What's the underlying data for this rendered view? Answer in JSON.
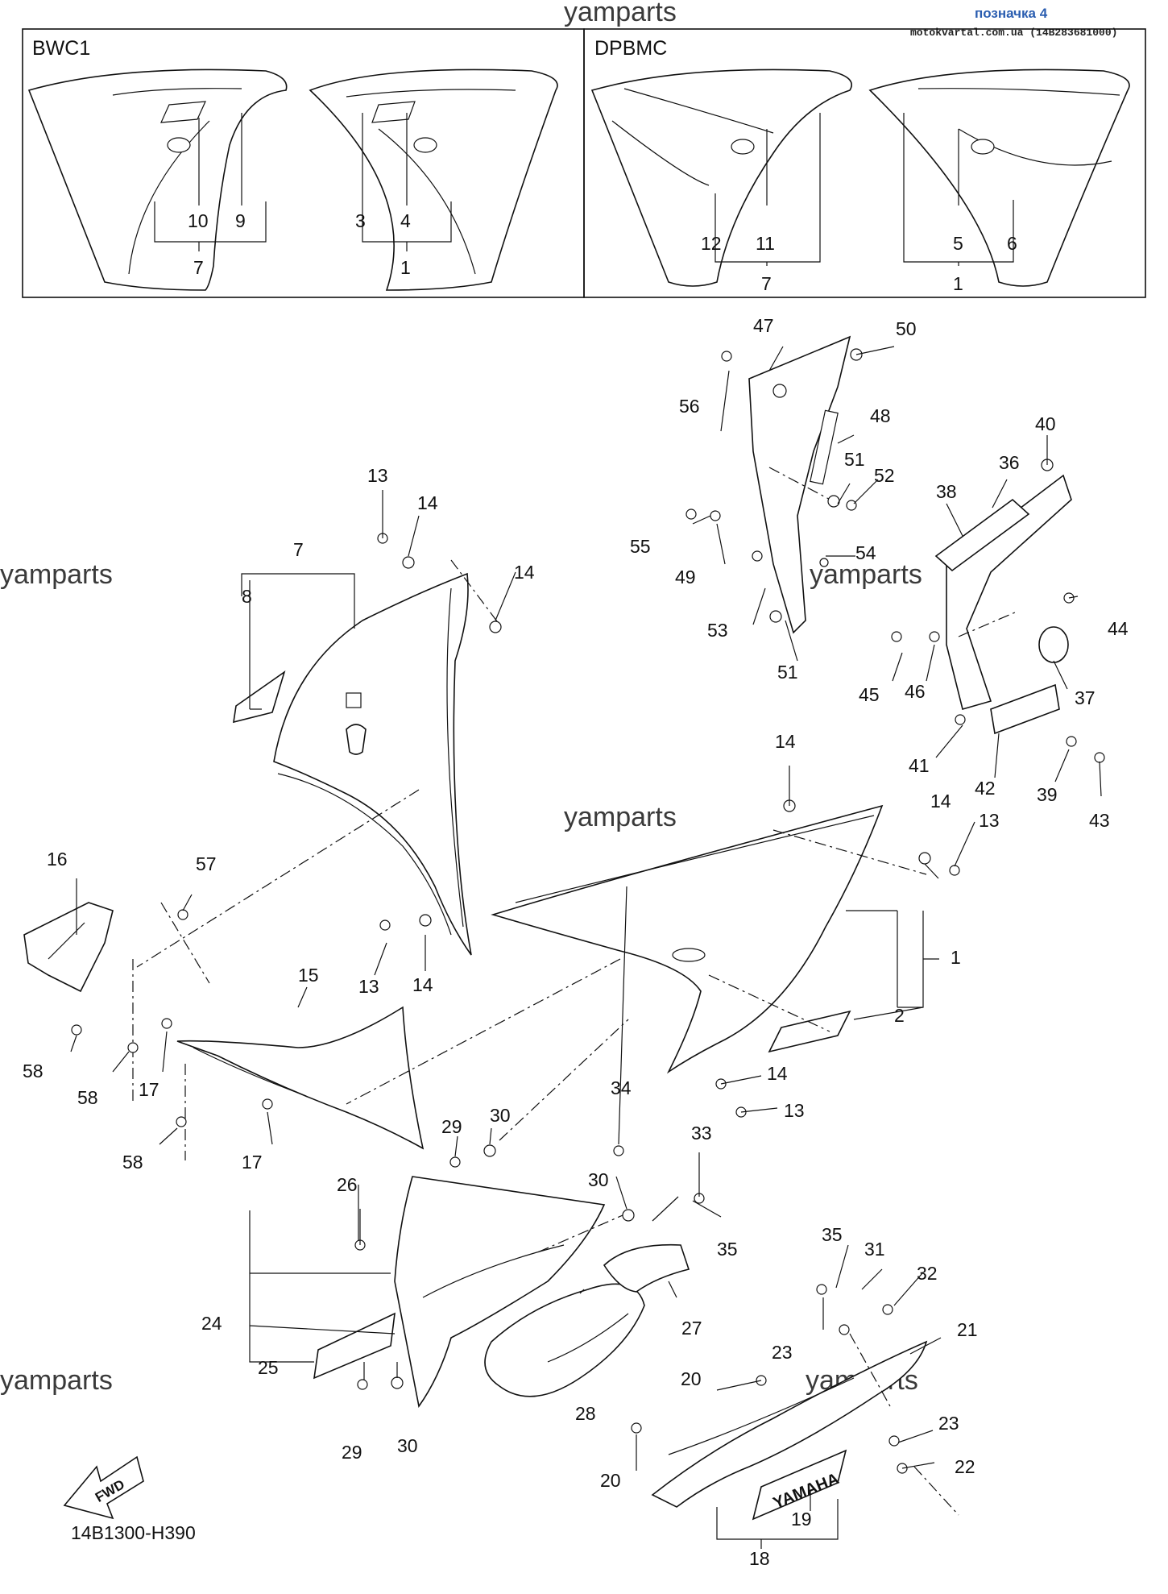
{
  "watermark": "yamparts",
  "tag": {
    "title": "позначка 4",
    "source": "motokvartal.com.ua (14B283681000)"
  },
  "variants": [
    {
      "code": "BWC1",
      "labels": [
        "10",
        "9",
        "7",
        "3",
        "4",
        "1"
      ]
    },
    {
      "code": "DPBMC",
      "labels": [
        "12",
        "11",
        "7",
        "5",
        "6",
        "1"
      ]
    }
  ],
  "callouts": {
    "c1": "1",
    "c2": "2",
    "c7": "7",
    "c8": "8",
    "c13a": "13",
    "c14a": "14",
    "c14b": "14",
    "c13b": "13",
    "c14c": "14",
    "c14d": "14",
    "c14e": "14",
    "c13c": "13",
    "c14f": "14",
    "c13d": "13",
    "c15": "15",
    "c16": "16",
    "c17a": "17",
    "c17b": "17",
    "c57": "57",
    "c58a": "58",
    "c58b": "58",
    "c58c": "58",
    "c18": "18",
    "c19": "19",
    "c20a": "20",
    "c20b": "20",
    "c21": "21",
    "c22": "22",
    "c23a": "23",
    "c23b": "23",
    "c24": "24",
    "c25": "25",
    "c26": "26",
    "c27": "27",
    "c28": "28",
    "c29a": "29",
    "c29b": "29",
    "c30a": "30",
    "c30b": "30",
    "c30c": "30",
    "c31": "31",
    "c32": "32",
    "c33": "33",
    "c34": "34",
    "c35a": "35",
    "c35b": "35",
    "c36": "36",
    "c37": "37",
    "c38": "38",
    "c39": "39",
    "c40": "40",
    "c41": "41",
    "c42": "42",
    "c43": "43",
    "c44": "44",
    "c45": "45",
    "c46": "46",
    "c47": "47",
    "c48": "48",
    "c49": "49",
    "c50": "50",
    "c51a": "51",
    "c51b": "51",
    "c52": "52",
    "c53": "53",
    "c54": "54",
    "c55": "55",
    "c56": "56"
  },
  "fwd_label": "FWD",
  "decal_text": "YAMAHA",
  "diagram_code": "14B1300-H390"
}
